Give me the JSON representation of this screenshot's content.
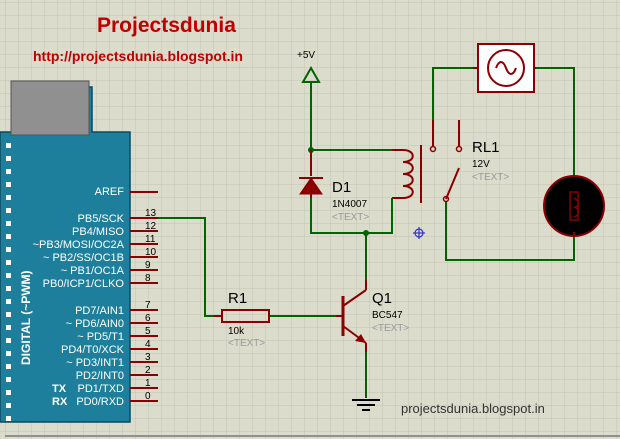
{
  "header": {
    "title": "Projectsdunia",
    "url": "http://projectsdunia.blogspot.in"
  },
  "watermark": "projectsdunia.blogspot.in",
  "colors": {
    "background": "#dcdccc",
    "grid": "#c4c4b4",
    "wire": "#006400",
    "component": "#8b0000",
    "title": "#c00000",
    "board": "#1e7f9c",
    "probe": "#3333cc"
  },
  "power": {
    "label": "+5V"
  },
  "ground": {
    "icon": "ground-icon"
  },
  "arduino": {
    "side_label": "DIGITAL (~PWM)",
    "aref": "AREF",
    "pins": [
      {
        "label": "PB5/SCK",
        "num": "13"
      },
      {
        "label": "PB4/MISO",
        "num": "12"
      },
      {
        "label": "~PB3/MOSI/OC2A",
        "num": "11"
      },
      {
        "label": "~ PB2/SS/OC1B",
        "num": "10"
      },
      {
        "label": "~ PB1/OC1A",
        "num": "9"
      },
      {
        "label": "PB0/ICP1/CLKO",
        "num": "8"
      },
      {
        "label": "PD7/AIN1",
        "num": "7"
      },
      {
        "label": "~ PD6/AIN0",
        "num": "6"
      },
      {
        "label": "~ PD5/T1",
        "num": "5"
      },
      {
        "label": "PD4/T0/XCK",
        "num": "4"
      },
      {
        "label": "~ PD3/INT1",
        "num": "3"
      },
      {
        "label": "PD2/INT0",
        "num": "2"
      },
      {
        "label": "PD1/TXD",
        "num": "1",
        "tag": "TX"
      },
      {
        "label": "PD0/RXD",
        "num": "0",
        "tag": "RX"
      }
    ]
  },
  "components": {
    "r1": {
      "ref": "R1",
      "value": "10k",
      "text": "<TEXT>"
    },
    "q1": {
      "ref": "Q1",
      "value": "BC547",
      "text": "<TEXT>"
    },
    "d1": {
      "ref": "D1",
      "value": "1N4007",
      "text": "<TEXT>"
    },
    "rl1": {
      "ref": "RL1",
      "value": "12V",
      "text": "<TEXT>"
    }
  }
}
